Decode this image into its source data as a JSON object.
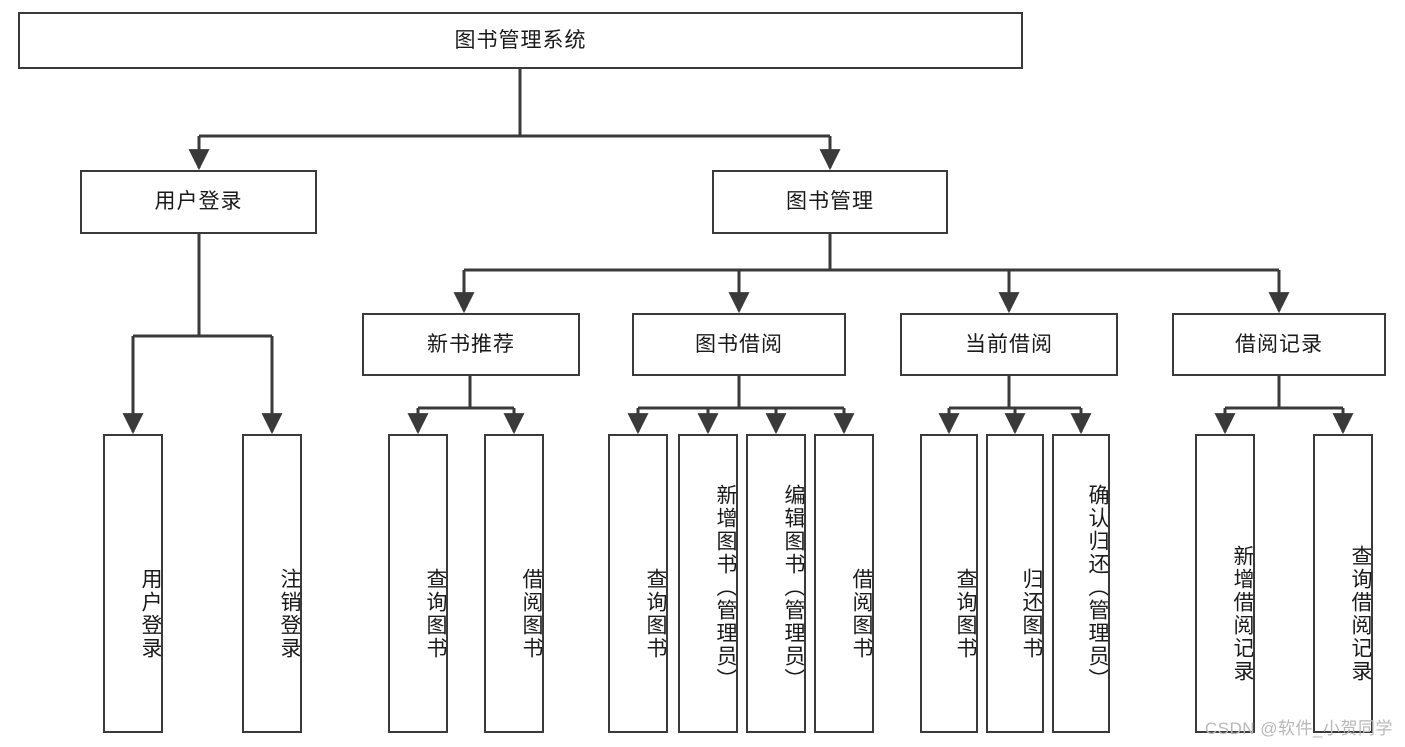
{
  "diagram": {
    "title": "图书管理系统",
    "type": "tree-hierarchy-chart",
    "line_color": "#3a3a3a",
    "box_fill": "#ffffff",
    "text_color": "#1a1a1a"
  },
  "root": {
    "label": "图书管理系统"
  },
  "level2": [
    {
      "label": "用户登录"
    },
    {
      "label": "图书管理"
    }
  ],
  "level3": [
    {
      "label": "新书推荐"
    },
    {
      "label": "图书借阅"
    },
    {
      "label": "当前借阅"
    },
    {
      "label": "借阅记录"
    }
  ],
  "leaves": {
    "user_login": [
      {
        "label": "用户登录"
      },
      {
        "label": "注销登录"
      }
    ],
    "new_book_recommend": [
      {
        "label": "查询图书"
      },
      {
        "label": "借阅图书"
      }
    ],
    "book_borrow": [
      {
        "label": "查询图书"
      },
      {
        "label": "新增图书（管理员）"
      },
      {
        "label": "编辑图书（管理员）"
      },
      {
        "label": "借阅图书"
      }
    ],
    "current_borrow": [
      {
        "label": "查询图书"
      },
      {
        "label": "归还图书"
      },
      {
        "label": "确认归还（管理员）"
      }
    ],
    "borrow_records": [
      {
        "label": "新增借阅记录"
      },
      {
        "label": "查询借阅记录"
      }
    ]
  },
  "watermark": {
    "text": "CSDN @软件_小贺同学"
  }
}
